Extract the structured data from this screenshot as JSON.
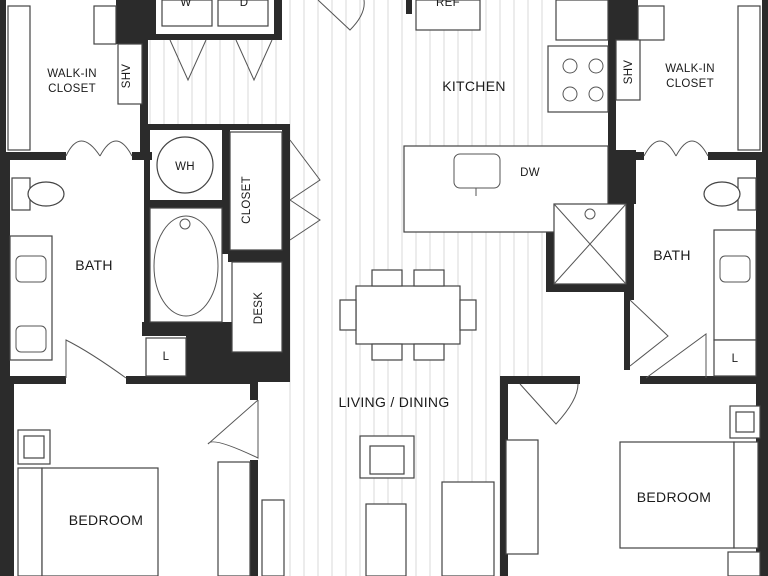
{
  "rooms": {
    "walk_in_closet_left": [
      "WALK-IN",
      "CLOSET"
    ],
    "walk_in_closet_right": [
      "WALK-IN",
      "CLOSET"
    ],
    "shv_left": "SHV",
    "shv_right": "SHV",
    "washer": "W",
    "dryer": "D",
    "ref": "REF",
    "kitchen": "KITCHEN",
    "dw": "DW",
    "wh": "WH",
    "closet": "CLOSET",
    "bath_left": "BATH",
    "bath_right": "BATH",
    "desk": "DESK",
    "linen_left": "L",
    "linen_right": "L",
    "living_dining": "LIVING / DINING",
    "bedroom_left": "BEDROOM",
    "bedroom_right": "BEDROOM"
  },
  "colors": {
    "wall": "#2b2b2b",
    "background": "#ffffff",
    "fixture_stroke": "#444444",
    "floor_plank": "#d9d9d9"
  }
}
